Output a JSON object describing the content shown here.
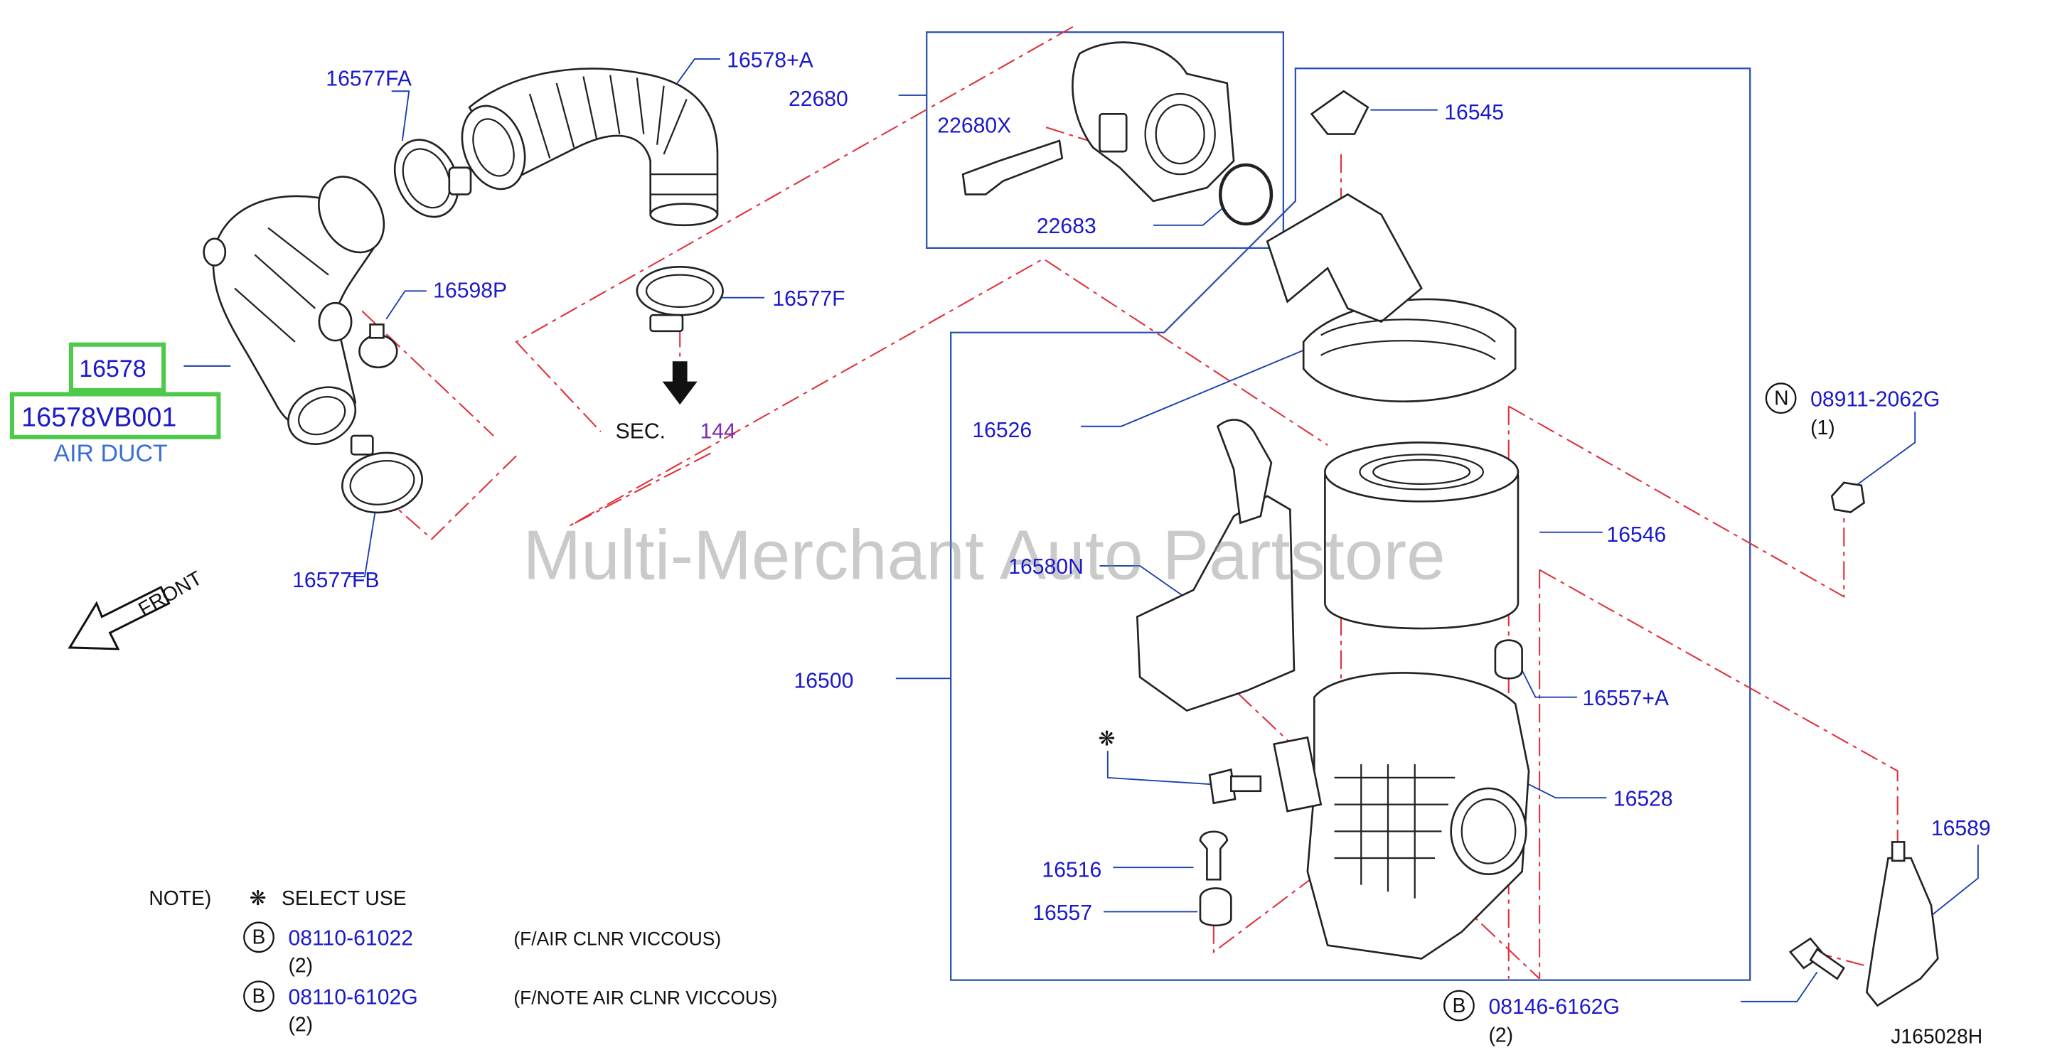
{
  "watermark": "Multi-Merchant Auto Partstore",
  "diagram_code": "J165028H",
  "front_label": "FRONT",
  "sec_ref": {
    "label": "SEC.",
    "number": "144"
  },
  "highlight": {
    "part": "16578",
    "oem": "16578VB001",
    "desc": "AIR DUCT",
    "color": "#4ec94a"
  },
  "parts": {
    "p16577FA": "16577FA",
    "p16578A": "16578+A",
    "p22680": "22680",
    "p22680X": "22680X",
    "p22683": "22683",
    "p16545": "16545",
    "p16598P": "16598P",
    "p16577F": "16577F",
    "p16526": "16526",
    "p16577FB": "16577FB",
    "p16580N": "16580N",
    "p16546": "16546",
    "p16500": "16500",
    "p16557A": "16557+A",
    "p16528": "16528",
    "p16516": "16516",
    "p16557": "16557",
    "p16589": "16589",
    "p089112062G": "08911-2062G",
    "p089112062G_qty": "(1)",
    "p081466162G": "08146-6162G",
    "p081466162G_qty": "(2)"
  },
  "circle_letters": {
    "n": "N",
    "b": "B"
  },
  "note": {
    "label": "NOTE)",
    "symbol": "❋",
    "select_use": "SELECT   USE",
    "rows": [
      {
        "part": "08110-61022",
        "qty": "(2)",
        "desc": "(F/AIR   CLNR   VICCOUS)"
      },
      {
        "part": "08110-6102G",
        "qty": "(2)",
        "desc": "(F/NOTE   AIR   CLNR   VICCOUS)"
      }
    ]
  },
  "colors": {
    "part_number": "#1a1ac8",
    "leader": "#1a3fae",
    "dash": "#e0303a",
    "sec_number": "#7a2bb8"
  }
}
